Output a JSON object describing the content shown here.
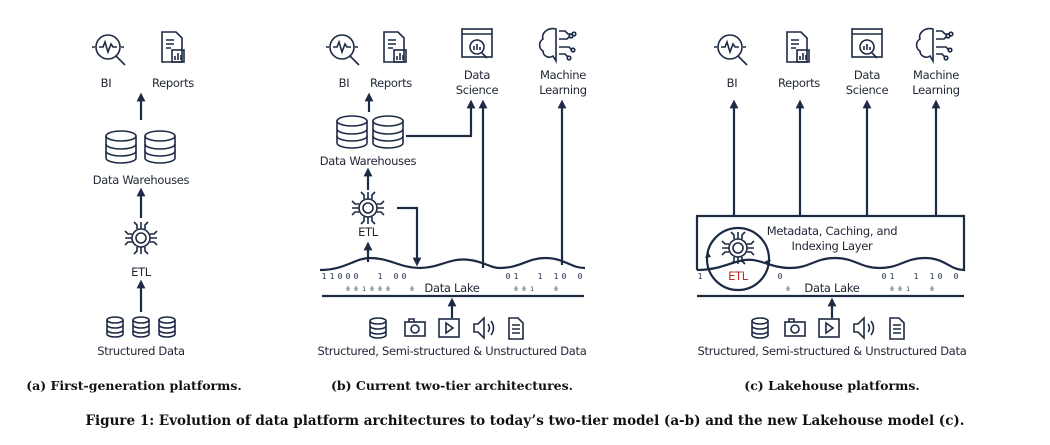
{
  "colors": {
    "ink": "#1d2a44",
    "etl_label": "#b8322a"
  },
  "panel_a": {
    "outputs": [
      "BI",
      "Reports"
    ],
    "warehouse": "Data Warehouses",
    "etl": "ETL",
    "source": "Structured Data",
    "caption": "(a) First-generation platforms."
  },
  "panel_b": {
    "outputs": [
      "BI",
      "Reports"
    ],
    "data_science": [
      "Data",
      "Science"
    ],
    "machine_learning": [
      "Machine",
      "Learning"
    ],
    "warehouse": "Data Warehouses",
    "etl": "ETL",
    "lake": "Data Lake",
    "source": "Structured, Semi-structured & Unstructured Data",
    "caption": "(b) Current two-tier architectures."
  },
  "panel_c": {
    "outputs": [
      "BI",
      "Reports"
    ],
    "data_science": [
      "Data",
      "Science"
    ],
    "machine_learning": [
      "Machine",
      "Learning"
    ],
    "layer": [
      "Metadata, Caching, and",
      "Indexing Layer"
    ],
    "etl": "ETL",
    "lake": "Data Lake",
    "source": "Structured, Semi-structured & Unstructured Data",
    "caption": "(c) Lakehouse platforms."
  },
  "figure_caption": "Figure 1: Evolution of data platform architectures to today’s two-tier model (a-b) and the new Lakehouse model (c).",
  "icons": [
    "bi-magnifier-icon",
    "report-icon",
    "data-science-icon",
    "machine-learning-brain-icon",
    "database-icon",
    "etl-chip-icon",
    "camera-icon",
    "video-icon",
    "audio-icon",
    "document-icon"
  ]
}
